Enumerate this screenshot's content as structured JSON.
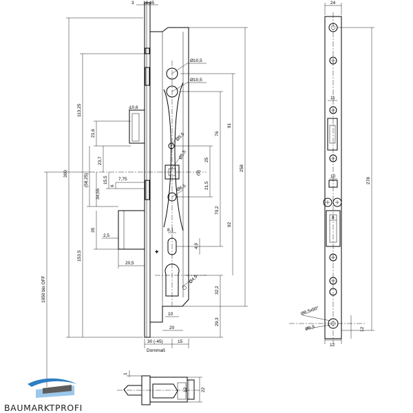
{
  "brand": {
    "name": "BAUMARKTPROFI",
    "colors": {
      "swoosh_blue": "#2e7fc4",
      "swoosh_light": "#9cc7ea",
      "text": "#222222"
    }
  },
  "front_view": {
    "top_dims": [
      "3",
      "10,45"
    ],
    "vertical_dims": [
      "300",
      "113,25",
      "21,6",
      "23,7",
      "(58,25)",
      "34,55",
      "15,5",
      "6",
      "35",
      "153,5",
      "1050 bis OFF"
    ],
    "right_vertical_dims": [
      "258",
      "91",
      "76",
      "25",
      "21,5",
      "70,2",
      "92",
      "4,9",
      "32,2",
      "29,3"
    ],
    "horizontal_dims": [
      "10,6",
      "7,75",
      "2,5",
      "20,5",
      "8,1",
      "10",
      "20",
      "30 (-45)",
      "15"
    ],
    "diameters": [
      "Ø10,5",
      "Ø10,5",
      "Ø5,5",
      "Ø5,5",
      "Ø6,5",
      "Ø4,5"
    ],
    "square_label": "(9)",
    "backset_label": "Dornmaß"
  },
  "side_view": {
    "dims": [
      "24",
      "11",
      "10",
      "8",
      "278",
      "12",
      "12"
    ],
    "countersink_label": "Ø8,5x90°",
    "hole_label": "Ø5,5"
  },
  "bottom_view": {
    "dims": [
      "1",
      "22",
      "12"
    ]
  }
}
